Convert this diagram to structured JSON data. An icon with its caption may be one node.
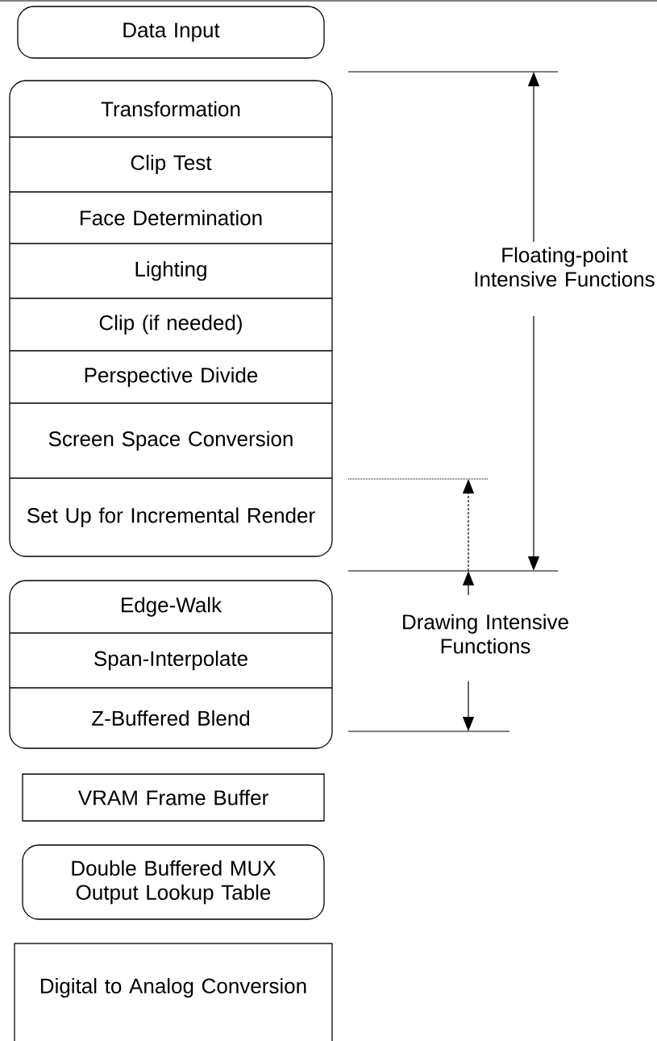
{
  "diagram": {
    "nodes": [
      {
        "text": [
          "Data Input"
        ]
      },
      {
        "text": [],
        "shape": "box"
      },
      {
        "text": [
          "Transformation"
        ],
        "in": 1
      },
      {
        "text": [
          "Clip Test"
        ],
        "in": 1
      },
      {
        "text": [
          "Face Determination"
        ],
        "in": 1
      },
      {
        "text": [
          "Lighting"
        ],
        "in": 1
      },
      {
        "text": [
          "Clip (if needed)"
        ],
        "in": 1
      },
      {
        "text": [
          "Perspective Divide"
        ],
        "in": 1
      },
      {
        "text": [
          "Screen Space Conversion"
        ],
        "in": 1
      },
      {
        "text": [
          "Set Up for Incremental Render"
        ],
        "in": 1
      },
      {
        "text": [],
        "shape": "box"
      },
      {
        "text": [
          "Edge-Walk"
        ],
        "in": 10
      },
      {
        "text": [
          "Span-Interpolate"
        ],
        "in": 10
      },
      {
        "text": [
          "Z-Buffered Blend"
        ],
        "in": 10
      },
      {
        "text": [
          "VRAM Frame Buffer"
        ]
      },
      {
        "text": [
          "Double Buffered MUX Output Lookup Table"
        ]
      },
      {
        "text": [
          "Digital to Analog Conversion"
        ]
      }
    ],
    "labels": [
      "Floating-point Intensive Functions",
      "Drawing Intensive Functions"
    ]
  }
}
